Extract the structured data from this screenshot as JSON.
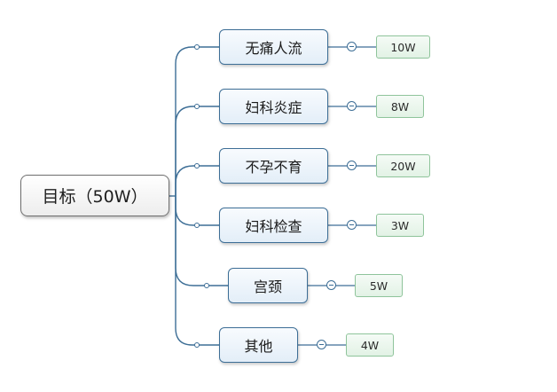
{
  "root": {
    "label": "目标（50W）"
  },
  "branches": [
    {
      "label": "无痛人流",
      "value": "10W"
    },
    {
      "label": "妇科炎症",
      "value": "8W"
    },
    {
      "label": "不孕不育",
      "value": "20W"
    },
    {
      "label": "妇科检查",
      "value": "3W"
    },
    {
      "label": "宫颈",
      "value": "5W"
    },
    {
      "label": "其他",
      "value": "4W"
    }
  ],
  "colors": {
    "line": "#3d6e96",
    "branch_border": "#3d6e96",
    "leaf_border": "#8fc49b"
  },
  "icons": {
    "collapse": "collapse-minus-icon",
    "connector": "connector-dot-icon"
  }
}
